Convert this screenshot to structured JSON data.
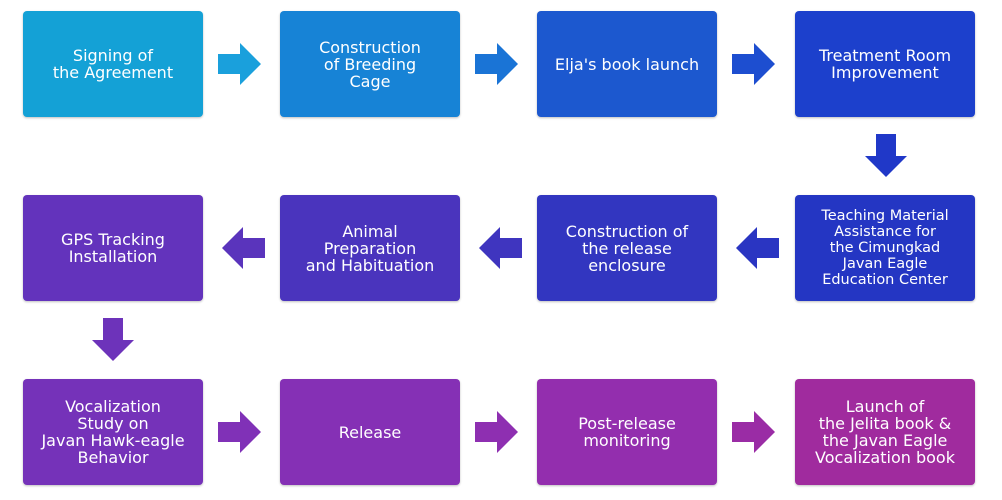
{
  "steps": [
    {
      "label": "Signing of\nthe Agreement",
      "color": "#14a1d6"
    },
    {
      "label": "Construction\nof Breeding\nCage",
      "color": "#1783d6"
    },
    {
      "label": "Elja's book launch",
      "color": "#1c58cf"
    },
    {
      "label": "Treatment Room\nImprovement",
      "color": "#1c40cc"
    },
    {
      "label": "Teaching Material\nAssistance for\nthe Cimungkad\nJavan Eagle\nEducation Center",
      "color": "#2436c3"
    },
    {
      "label": "Construction of\nthe release\nenclosure",
      "color": "#3236c0"
    },
    {
      "label": "Animal\nPreparation\nand Habituation",
      "color": "#4a34bd"
    },
    {
      "label": "GPS Tracking\nInstallation",
      "color": "#6333bc"
    },
    {
      "label": "Vocalization\nStudy on\nJavan Hawk-eagle\nBehavior",
      "color": "#7532b9"
    },
    {
      "label": "Release",
      "color": "#8530b5"
    },
    {
      "label": "Post-release\nmonitoring",
      "color": "#932eae"
    },
    {
      "label": "Launch of\nthe Jelita book &\nthe Javan Eagle\nVocalization book",
      "color": "#a02b9e"
    }
  ]
}
